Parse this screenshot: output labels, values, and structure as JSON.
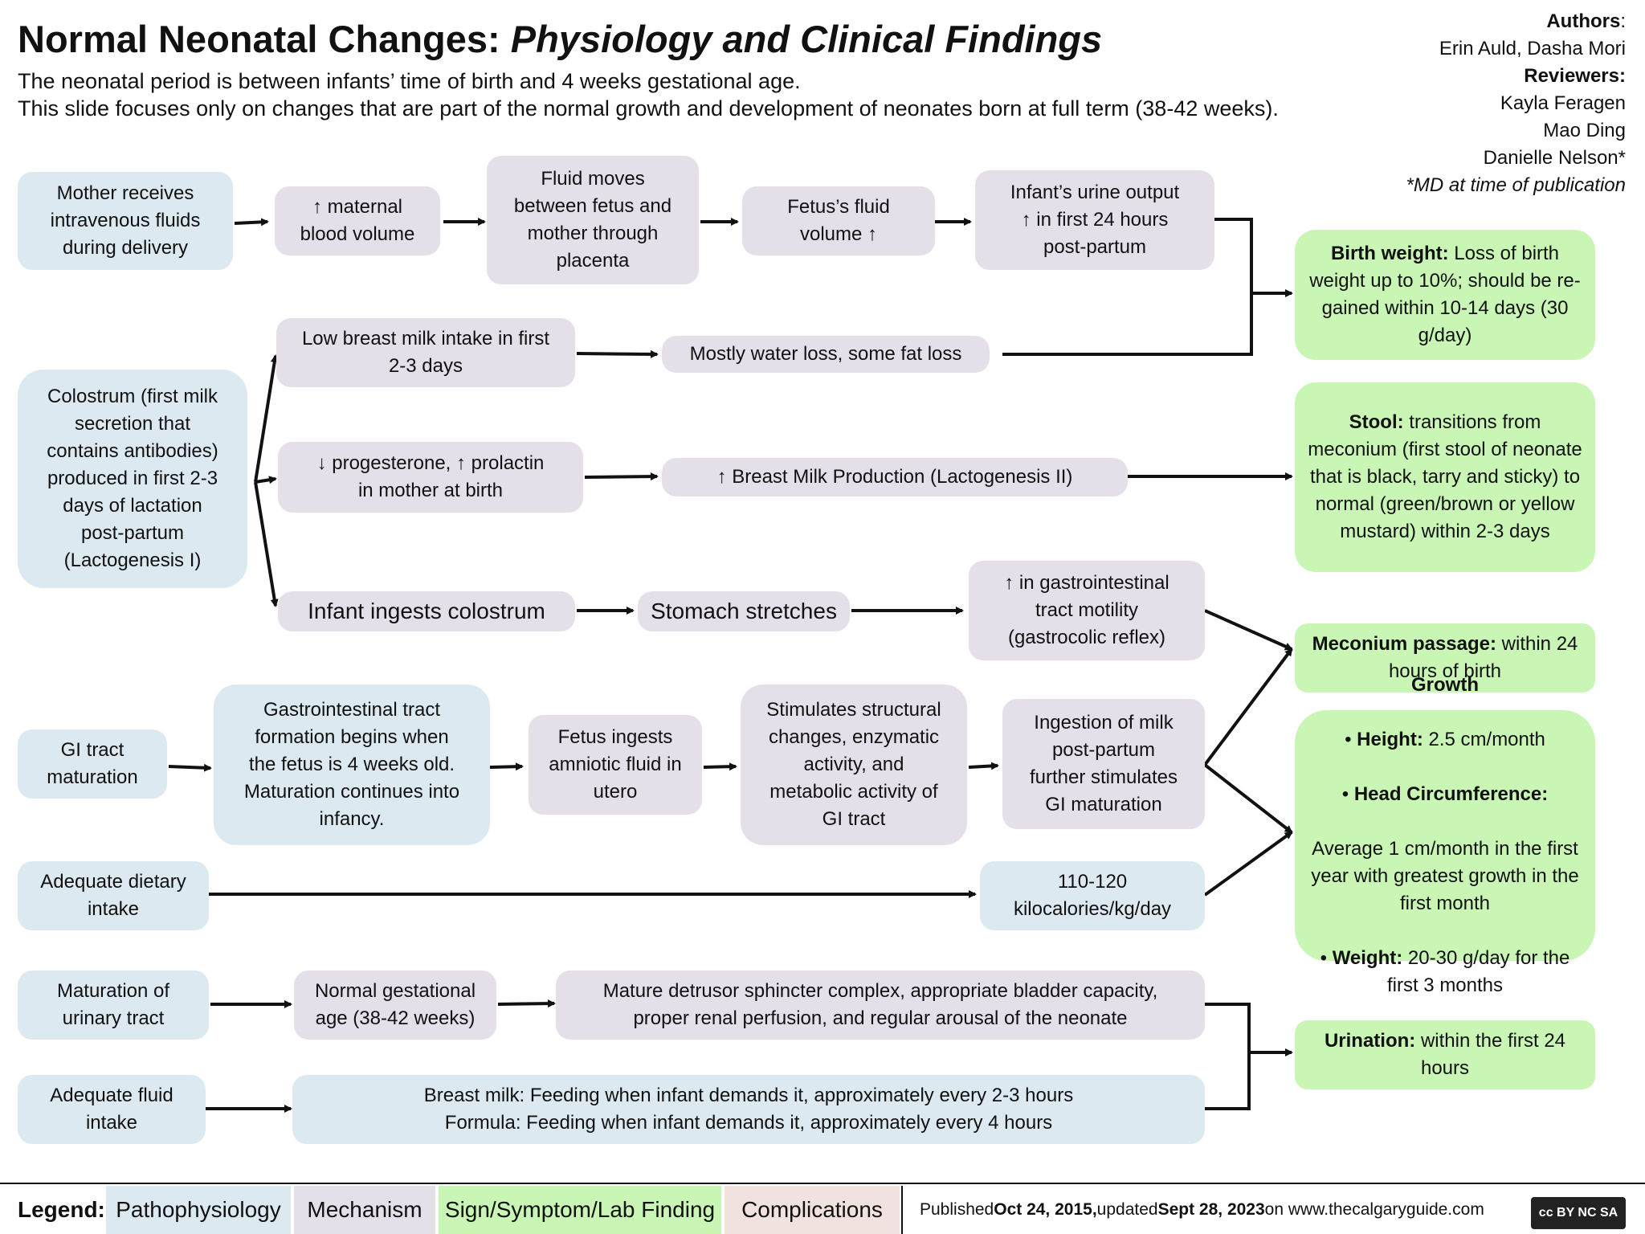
{
  "header": {
    "title_plain": "Normal Neonatal Changes: ",
    "title_italic": "Physiology and Clinical Findings",
    "subtitle_1": "The neonatal period is between infants’ time of birth and 4 weeks gestational age.",
    "subtitle_2": "This slide focuses only on changes that are part of the normal growth and development of neonates born at full term (38-42 weeks)."
  },
  "credits": {
    "authors_label": "Authors",
    "authors_colon": ":",
    "authors": "Erin Auld, Dasha Mori",
    "reviewers_label": "Reviewers:",
    "reviewer_1": "Kayla Feragen",
    "reviewer_2": "Mao Ding",
    "reviewer_3": "Danielle Nelson*",
    "note": "*MD at time of publication"
  },
  "nodes": {
    "mother_iv": "Mother receives\nintravenous fluids\nduring delivery",
    "maternal_blood": "↑ maternal\nblood volume",
    "fluid_moves": "Fluid moves\nbetween fetus and\nmother through\nplacenta",
    "fetus_fluid": "Fetus’s fluid\nvolume ↑",
    "urine_output": "Infant’s urine output\n↑ in first 24 hours\npost-partum",
    "colostrum": "Colostrum (first milk\nsecretion that\ncontains antibodies)\nproduced in first 2-3\ndays of lactation\npost-partum\n(Lactogenesis I)",
    "low_intake": "Low breast milk intake in first\n2-3 days",
    "water_loss": "Mostly water loss, some fat loss",
    "progesterone": "↓ progesterone, ↑ prolactin\nin mother at birth",
    "milk_production": "↑ Breast Milk Production (Lactogenesis II)",
    "ingests_colostrum": "Infant ingests colostrum",
    "stomach": "Stomach stretches",
    "gi_motility": "↑ in gastrointestinal\ntract motility\n(gastrocolic reflex)",
    "gi_maturation": "GI tract\nmaturation",
    "gi_formation": "Gastrointestinal tract\nformation begins when\nthe fetus is 4 weeks old.\nMaturation continues into\ninfancy.",
    "amniotic": "Fetus ingests\namniotic fluid in\nutero",
    "structural": "Stimulates structural\nchanges, enzymatic\nactivity, and\nmetabolic activity of\nGI tract",
    "ingestion_milk": "Ingestion of milk\npost-partum\nfurther stimulates\nGI maturation",
    "dietary": "Adequate dietary\nintake",
    "kcal": "110-120\nkilocalories/kg/day",
    "urinary": "Maturation of\nurinary tract",
    "gestational": "Normal gestational\nage (38-42 weeks)",
    "detrusor": "Mature detrusor sphincter complex, appropriate bladder capacity,\nproper renal perfusion, and regular arousal of the neonate",
    "fluid_intake": "Adequate fluid\nintake",
    "feeding": "Breast milk: Feeding when infant demands it, approximately every 2-3 hours\nFormula: Feeding when infant demands it, approximately every 4 hours"
  },
  "findings": {
    "birth_weight_label": "Birth weight:",
    "birth_weight_text": " Loss of birth weight up to 10%; should be re-gained within 10-14 days (30 g/day)",
    "stool_label": "Stool:",
    "stool_text": " transitions from meconium (first stool of neonate that is black, tarry and sticky) to normal (green/brown or yellow mustard) within 2-3 days",
    "meconium_label": "Meconium passage:",
    "meconium_text": " within 24 hours of birth",
    "growth_title": "Growth",
    "height_label": "Height:",
    "height_text": " 2.5 cm/month",
    "head_label": "Head Circumference:",
    "head_text": "Average 1 cm/month in the first year with greatest growth in the first month",
    "weight_label": "Weight:",
    "weight_text": " 20-30 g/day for the first 3 months",
    "urination_label": "Urination:",
    "urination_text": " within the first 24 hours"
  },
  "legend": {
    "label": "Legend:",
    "pathophysiology": "Pathophysiology",
    "mechanism": "Mechanism",
    "sign": "Sign/Symptom/Lab Finding",
    "complications": "Complications"
  },
  "footer": {
    "published_prefix": "Published ",
    "published_date": "Oct 24, 2015,",
    "updated_prefix": " updated ",
    "updated_date": "Sept 28, 2023",
    "site": " on www.thecalgaryguide.com",
    "license": "cc BY NC SA"
  },
  "colors": {
    "pathophysiology": "#dde9f1",
    "mechanism": "#e5dfea",
    "sign": "#c9f6b5",
    "complications": "#f1e2e0"
  }
}
